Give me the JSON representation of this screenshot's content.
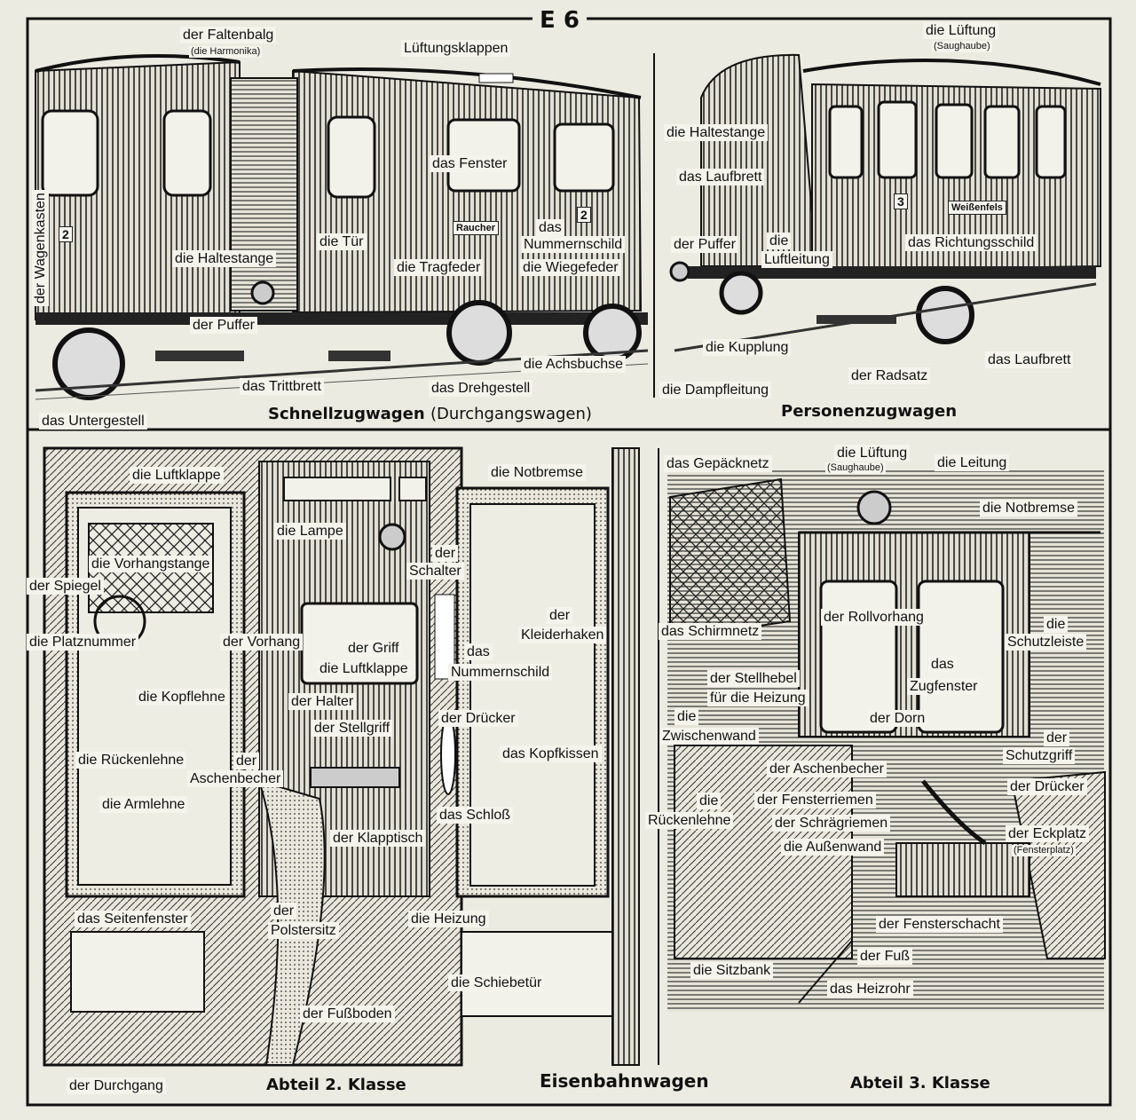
{
  "plate": "E 6",
  "signs": {
    "raucher": "Raucher",
    "class2": "2",
    "class3": "3",
    "weissenfels": "Weißenfels"
  },
  "captions": {
    "schnellzugwagen": "Schnellzugwagen",
    "durchgangswagen": "(Durchgangswagen)",
    "personenzugwagen": "Personenzugwagen",
    "abteil2": "Abteil 2. Klasse",
    "eisenbahnwagen": "Eisenbahnwagen",
    "abteil3": "Abteil 3. Klasse"
  },
  "labels": {
    "faltenbalg": "der Faltenbalg",
    "harmonika": "(die Harmonika)",
    "lueftungsklappen": "Lüftungsklappen",
    "wagenkasten": "der Wagenkasten",
    "fenster": "das Fenster",
    "nummernschild_das": "das",
    "nummernschild": "Nummernschild",
    "tuer": "die Tür",
    "haltestange": "die Haltestange",
    "tragfeder": "die Tragfeder",
    "wiegefeder": "die Wiegefeder",
    "puffer": "der Puffer",
    "achsbuchse": "die Achsbuchse",
    "trittbrett": "das Trittbrett",
    "drehgestell": "das Drehgestell",
    "untergestell": "das Untergestell",
    "lueftung": "die Lüftung",
    "saughaube": "(Saughaube)",
    "laufbrett": "das Laufbrett",
    "laufbrett_cut": "das Laufbrett",
    "die": "die",
    "der": "der",
    "das": "das",
    "luftleitung": "Luftleitung",
    "richtungsschild": "das Richtungsschild",
    "kupplung": "die Kupplung",
    "radsatz": "der Radsatz",
    "dampfleitung": "die Dampfleitung",
    "luftklappe": "die Luftklappe",
    "notbremse": "die Notbremse",
    "notbremse_cut": "die Notbremse",
    "lampe": "die Lampe",
    "vorhangstange": "die Vorhangstange",
    "schalter": "Schalter",
    "spiegel": "der Spiegel",
    "kleiderhaken": "Kleiderhaken",
    "platznummer": "die Platznummer",
    "vorhang": "der Vorhang",
    "griff": "der Griff",
    "kopflehne": "die Kopflehne",
    "halter": "der Halter",
    "druecker": "der Drücker",
    "stellgriff": "der Stellgriff",
    "kopfkissen": "das Kopfkissen",
    "rueckenlehne": "die Rückenlehne",
    "aschenbecher": "Aschenbecher",
    "armlehne": "die Armlehne",
    "schloss": "das Schloß",
    "klapptisch": "der Klapptisch",
    "seitenfenster": "das Seitenfenster",
    "polstersitz": "Polstersitz",
    "heizung": "die Heizung",
    "schiebetuer": "die Schiebetür",
    "fussboden": "der Fußboden",
    "durchgang": "der Durchgang",
    "gepaecknetz": "das Gepäcknetz",
    "leitung": "die Leitung",
    "rollvorhang": "der Rollvorhang",
    "schirmnetz": "das Schirmnetz",
    "schutzleiste_cut": "Schutzleiste",
    "stellhebel": "der Stellhebel",
    "zugfenster": "Zugfenster",
    "fuer_heizung": "für die Heizung",
    "dorn": "der Dorn",
    "zwischenwand": "Zwischenwand",
    "schutzgriff_cut": "Schutzgriff",
    "aschenbecher_der": "der Aschenbecher",
    "druecker_cut": "der Drücker",
    "fensterriemen": "der Fensterriemen",
    "rueckenlehne_cap": "Rückenlehne",
    "schraegriemen": "der Schrägriemen",
    "eckplatz_cut": "der Eckplatz",
    "aussenwand": "die Außenwand",
    "fensterplatz": "(Fensterplatz)",
    "fensterschacht": "der Fensterschacht",
    "fuss": "der Fuß",
    "sitzbank": "die Sitzbank",
    "heizrohr": "das Heizrohr"
  }
}
